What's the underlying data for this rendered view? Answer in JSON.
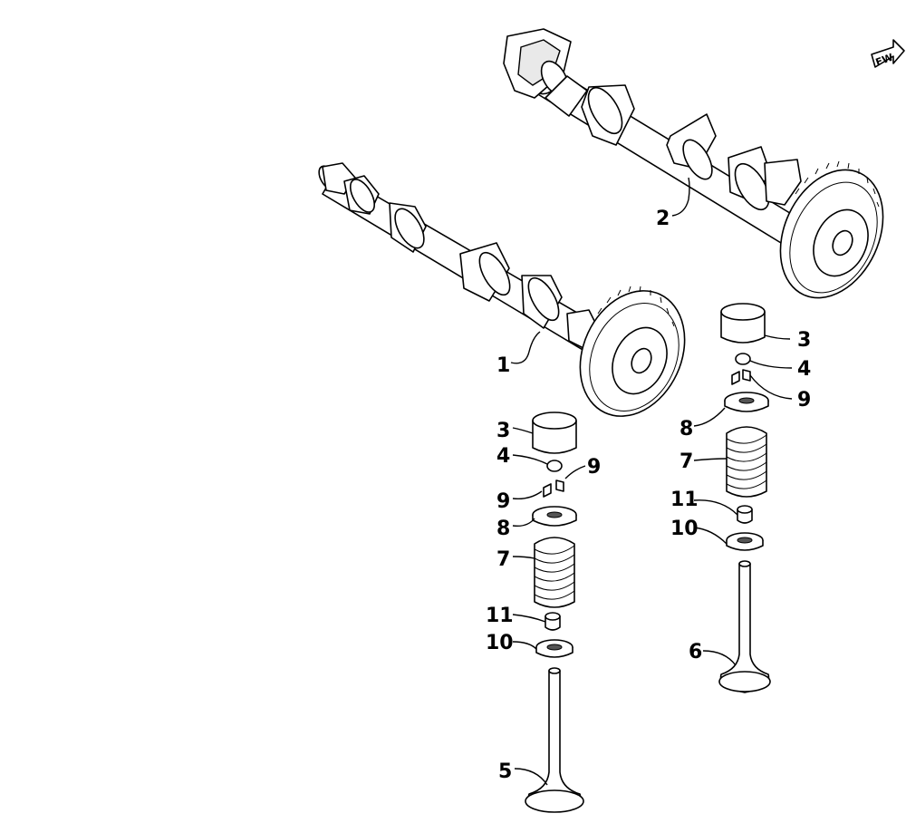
{
  "callouts": {
    "c1": "1",
    "c2": "2",
    "c3_left": "3",
    "c3_right": "3",
    "c4_left": "4",
    "c4_right": "4",
    "c5": "5",
    "c6": "6",
    "c7_left": "7",
    "c7_right": "7",
    "c8_left": "8",
    "c8_right": "8",
    "c9_left_a": "9",
    "c9_left_b": "9",
    "c9_right": "9",
    "c10_left": "10",
    "c10_right": "10",
    "c11_left": "11",
    "c11_right": "11"
  },
  "direction_badge": {
    "text": "FW"
  }
}
